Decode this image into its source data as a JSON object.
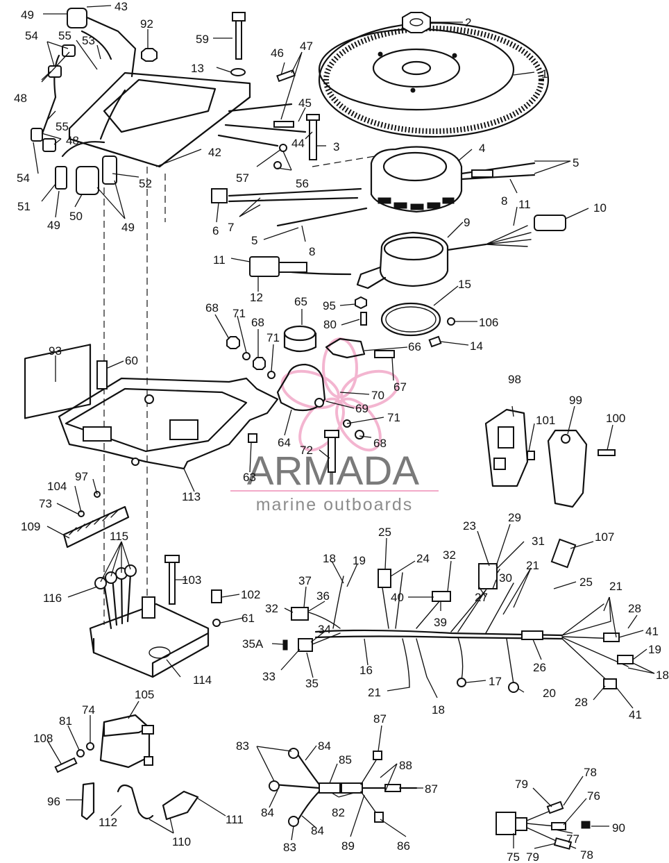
{
  "watermark": {
    "brand": "ARMADA",
    "tagline": "marine outboards",
    "logo_icon": "pink-flower-icon",
    "logo_color": "#f2a9c8",
    "text_color": "#7a7a7a"
  },
  "callouts": [
    {
      "id": "c49a",
      "text": "49"
    },
    {
      "id": "c43",
      "text": "43"
    },
    {
      "id": "c92",
      "text": "92"
    },
    {
      "id": "c2",
      "text": "2"
    },
    {
      "id": "c54a",
      "text": "54"
    },
    {
      "id": "c55a",
      "text": "55"
    },
    {
      "id": "c53",
      "text": "53"
    },
    {
      "id": "c59",
      "text": "59"
    },
    {
      "id": "c46",
      "text": "46"
    },
    {
      "id": "c47",
      "text": "47"
    },
    {
      "id": "c1",
      "text": "1"
    },
    {
      "id": "c13",
      "text": "13"
    },
    {
      "id": "c48a",
      "text": "48"
    },
    {
      "id": "c45",
      "text": "45"
    },
    {
      "id": "c55b",
      "text": "55"
    },
    {
      "id": "c48b",
      "text": "48"
    },
    {
      "id": "c44",
      "text": "44"
    },
    {
      "id": "c3",
      "text": "3"
    },
    {
      "id": "c4",
      "text": "4"
    },
    {
      "id": "c42",
      "text": "42"
    },
    {
      "id": "c5a",
      "text": "5"
    },
    {
      "id": "c54b",
      "text": "54"
    },
    {
      "id": "c57",
      "text": "57"
    },
    {
      "id": "c52",
      "text": "52"
    },
    {
      "id": "c56",
      "text": "56"
    },
    {
      "id": "c51",
      "text": "51"
    },
    {
      "id": "c50",
      "text": "50"
    },
    {
      "id": "c49b",
      "text": "49"
    },
    {
      "id": "c49c",
      "text": "49"
    },
    {
      "id": "c6",
      "text": "6"
    },
    {
      "id": "c7",
      "text": "7"
    },
    {
      "id": "c8a",
      "text": "8"
    },
    {
      "id": "c11a",
      "text": "11"
    },
    {
      "id": "c10",
      "text": "10"
    },
    {
      "id": "c9",
      "text": "9"
    },
    {
      "id": "c5b",
      "text": "5"
    },
    {
      "id": "c8b",
      "text": "8"
    },
    {
      "id": "c11b",
      "text": "11"
    },
    {
      "id": "c12",
      "text": "12"
    },
    {
      "id": "c15",
      "text": "15"
    },
    {
      "id": "c65",
      "text": "65"
    },
    {
      "id": "c95",
      "text": "95"
    },
    {
      "id": "c68a",
      "text": "68"
    },
    {
      "id": "c71a",
      "text": "71"
    },
    {
      "id": "c68b",
      "text": "68"
    },
    {
      "id": "c80",
      "text": "80"
    },
    {
      "id": "c106",
      "text": "106"
    },
    {
      "id": "c71b",
      "text": "71"
    },
    {
      "id": "c66",
      "text": "66"
    },
    {
      "id": "c14",
      "text": "14"
    },
    {
      "id": "c93",
      "text": "93"
    },
    {
      "id": "c60",
      "text": "60"
    },
    {
      "id": "c67",
      "text": "67"
    },
    {
      "id": "c98",
      "text": "98"
    },
    {
      "id": "c99",
      "text": "99"
    },
    {
      "id": "c70",
      "text": "70"
    },
    {
      "id": "c69",
      "text": "69"
    },
    {
      "id": "c100",
      "text": "100"
    },
    {
      "id": "c101",
      "text": "101"
    },
    {
      "id": "c71c",
      "text": "71"
    },
    {
      "id": "c64",
      "text": "64"
    },
    {
      "id": "c68c",
      "text": "68"
    },
    {
      "id": "c72",
      "text": "72"
    },
    {
      "id": "c63",
      "text": "63"
    },
    {
      "id": "c97",
      "text": "97"
    },
    {
      "id": "c104",
      "text": "104"
    },
    {
      "id": "c113",
      "text": "113"
    },
    {
      "id": "c73",
      "text": "73"
    },
    {
      "id": "c109",
      "text": "109"
    },
    {
      "id": "c115",
      "text": "115"
    },
    {
      "id": "c25a",
      "text": "25"
    },
    {
      "id": "c23",
      "text": "23"
    },
    {
      "id": "c29",
      "text": "29"
    },
    {
      "id": "c107",
      "text": "107"
    },
    {
      "id": "c31",
      "text": "31"
    },
    {
      "id": "c18a",
      "text": "18"
    },
    {
      "id": "c19a",
      "text": "19"
    },
    {
      "id": "c24",
      "text": "24"
    },
    {
      "id": "c32a",
      "text": "32"
    },
    {
      "id": "c103",
      "text": "103"
    },
    {
      "id": "c30",
      "text": "30"
    },
    {
      "id": "c21a",
      "text": "21"
    },
    {
      "id": "c25b",
      "text": "25"
    },
    {
      "id": "c37",
      "text": "37"
    },
    {
      "id": "c21b",
      "text": "21"
    },
    {
      "id": "c116",
      "text": "116"
    },
    {
      "id": "c102",
      "text": "102"
    },
    {
      "id": "c36",
      "text": "36"
    },
    {
      "id": "c40",
      "text": "40"
    },
    {
      "id": "c27",
      "text": "27"
    },
    {
      "id": "c32b",
      "text": "32"
    },
    {
      "id": "c39",
      "text": "39"
    },
    {
      "id": "c28a",
      "text": "28"
    },
    {
      "id": "c61",
      "text": "61"
    },
    {
      "id": "c34",
      "text": "34"
    },
    {
      "id": "c41a",
      "text": "41"
    },
    {
      "id": "c35a",
      "text": "35A"
    },
    {
      "id": "c19b",
      "text": "19"
    },
    {
      "id": "c26",
      "text": "26"
    },
    {
      "id": "c16",
      "text": "16"
    },
    {
      "id": "c18b",
      "text": "18"
    },
    {
      "id": "c114",
      "text": "114"
    },
    {
      "id": "c33",
      "text": "33"
    },
    {
      "id": "c35",
      "text": "35"
    },
    {
      "id": "c17",
      "text": "17"
    },
    {
      "id": "c21c",
      "text": "21"
    },
    {
      "id": "c20",
      "text": "20"
    },
    {
      "id": "c28b",
      "text": "28"
    },
    {
      "id": "c18c",
      "text": "18"
    },
    {
      "id": "c41b",
      "text": "41"
    },
    {
      "id": "c105",
      "text": "105"
    },
    {
      "id": "c74",
      "text": "74"
    },
    {
      "id": "c81",
      "text": "81"
    },
    {
      "id": "c87a",
      "text": "87"
    },
    {
      "id": "c108",
      "text": "108"
    },
    {
      "id": "c83a",
      "text": "83"
    },
    {
      "id": "c84a",
      "text": "84"
    },
    {
      "id": "c85",
      "text": "85"
    },
    {
      "id": "c88",
      "text": "88"
    },
    {
      "id": "c78a",
      "text": "78"
    },
    {
      "id": "c96",
      "text": "96"
    },
    {
      "id": "c87b",
      "text": "87"
    },
    {
      "id": "c79a",
      "text": "79"
    },
    {
      "id": "c76",
      "text": "76"
    },
    {
      "id": "c84b",
      "text": "84"
    },
    {
      "id": "c82",
      "text": "82"
    },
    {
      "id": "c112",
      "text": "112"
    },
    {
      "id": "c111",
      "text": "111"
    },
    {
      "id": "c90",
      "text": "90"
    },
    {
      "id": "c84c",
      "text": "84"
    },
    {
      "id": "c110",
      "text": "110"
    },
    {
      "id": "c89",
      "text": "89"
    },
    {
      "id": "c86",
      "text": "86"
    },
    {
      "id": "c83b",
      "text": "83"
    },
    {
      "id": "c77",
      "text": "77"
    },
    {
      "id": "c75",
      "text": "75"
    },
    {
      "id": "c79b",
      "text": "79"
    },
    {
      "id": "c78b",
      "text": "78"
    }
  ]
}
